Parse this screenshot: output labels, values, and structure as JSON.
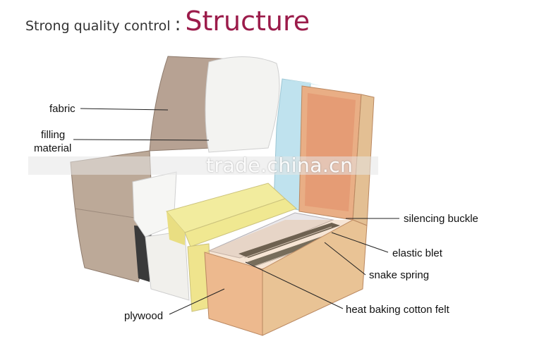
{
  "header": {
    "subtitle": "Strong quality control",
    "separator": ":",
    "title": "Structure"
  },
  "watermark": "trade.china.cn",
  "labels": {
    "fabric": "fabric",
    "filling_line1": "filling",
    "filling_line2": "material",
    "silencing_buckle": "silencing buckle",
    "elastic_belt": "elastic blet",
    "snake_spring": "snake spring",
    "heat_baking": "heat baking cotton felt",
    "plywood": "plywood"
  },
  "colors": {
    "title": "#9b1b4a",
    "fabric": "#b7a293",
    "wood": "#e8b98a",
    "foam_yellow": "#ede79a",
    "foam_blue": "#bfe2ee"
  }
}
